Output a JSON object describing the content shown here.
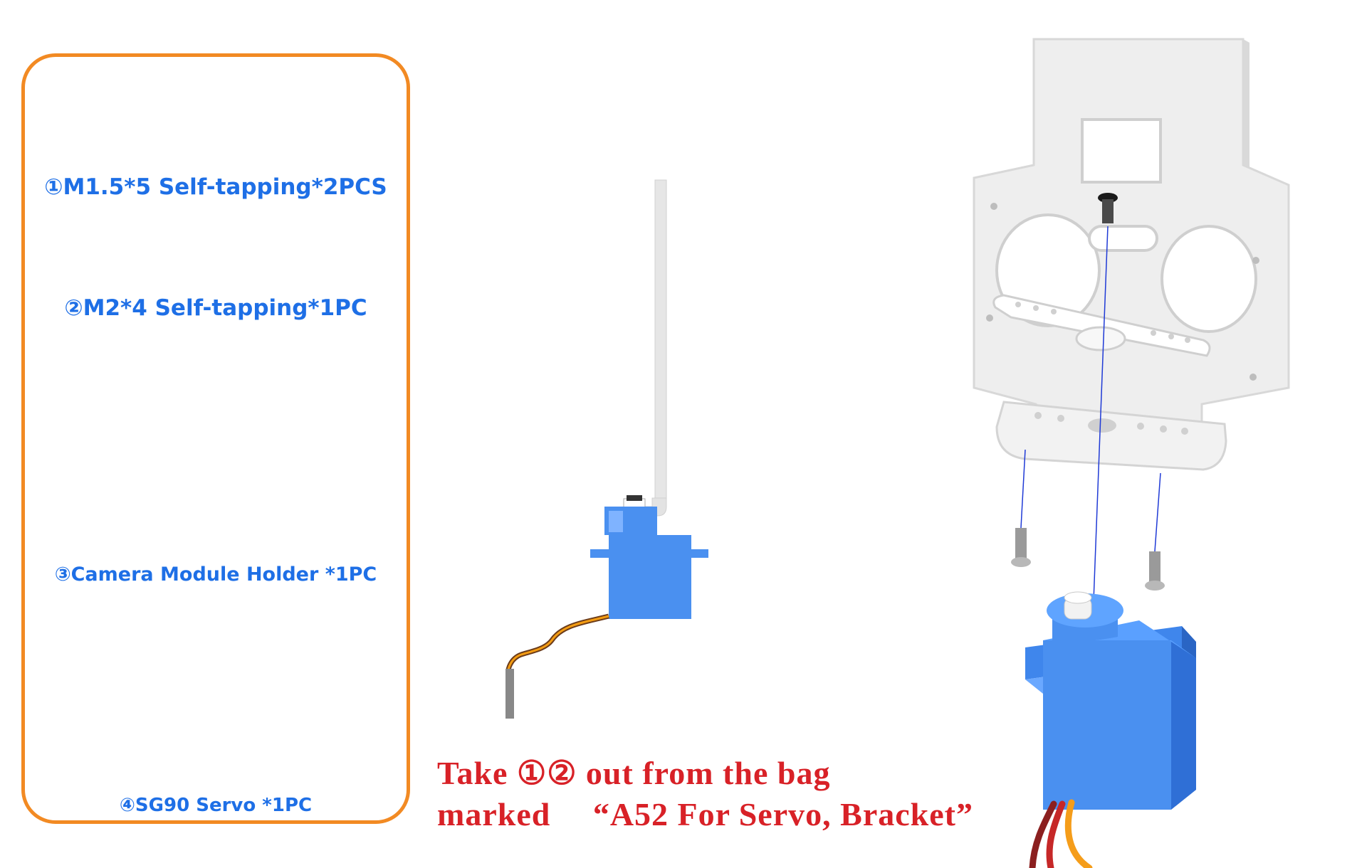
{
  "parts_panel": {
    "border_color": "#f28a23",
    "label_color": "#1e6fe6",
    "items": [
      {
        "label": "①M1.5*5 Self-tapping*2PCS",
        "icon": "screw-icon"
      },
      {
        "label": "②M2*4 Self-tapping*1PC",
        "icon": "screw-icon"
      },
      {
        "label": "③Camera Module Holder *1PC",
        "icon": "camera-holder-icon"
      },
      {
        "label": "④SG90 Servo *1PC",
        "icon": "servo-icon"
      }
    ]
  },
  "instruction": {
    "color": "#d82127",
    "line1": "Take ①② out from the bag",
    "line2": "marked 　“A52 For Servo, Bracket”"
  },
  "colors": {
    "servo_blue": "#4a90f0",
    "bracket_gray": "#e8e8e8",
    "holder_gray": "#7a7a7a",
    "guide_line": "#1f3ad6"
  }
}
